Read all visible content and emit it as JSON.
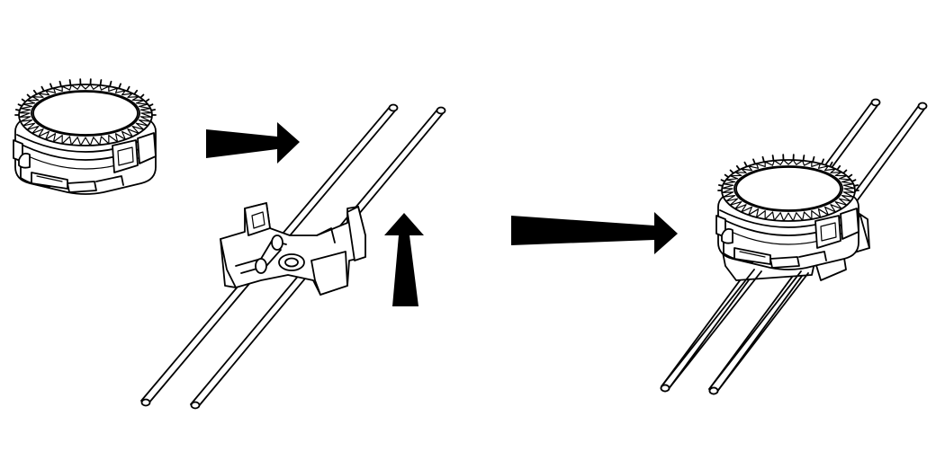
{
  "figure": {
    "background": "#ffffff",
    "ink": "#000000",
    "steps": [
      {
        "id": "connector-cap",
        "description_icon": "cap-icon"
      },
      {
        "id": "wire-clip-base",
        "description_icon": "clip-base-icon"
      },
      {
        "id": "assembled-connector",
        "description_icon": "assembled-icon"
      }
    ],
    "arrows": [
      {
        "id": "arrow-right-small",
        "direction": "right"
      },
      {
        "id": "arrow-up",
        "direction": "up"
      },
      {
        "id": "arrow-right-large",
        "direction": "right"
      }
    ]
  }
}
